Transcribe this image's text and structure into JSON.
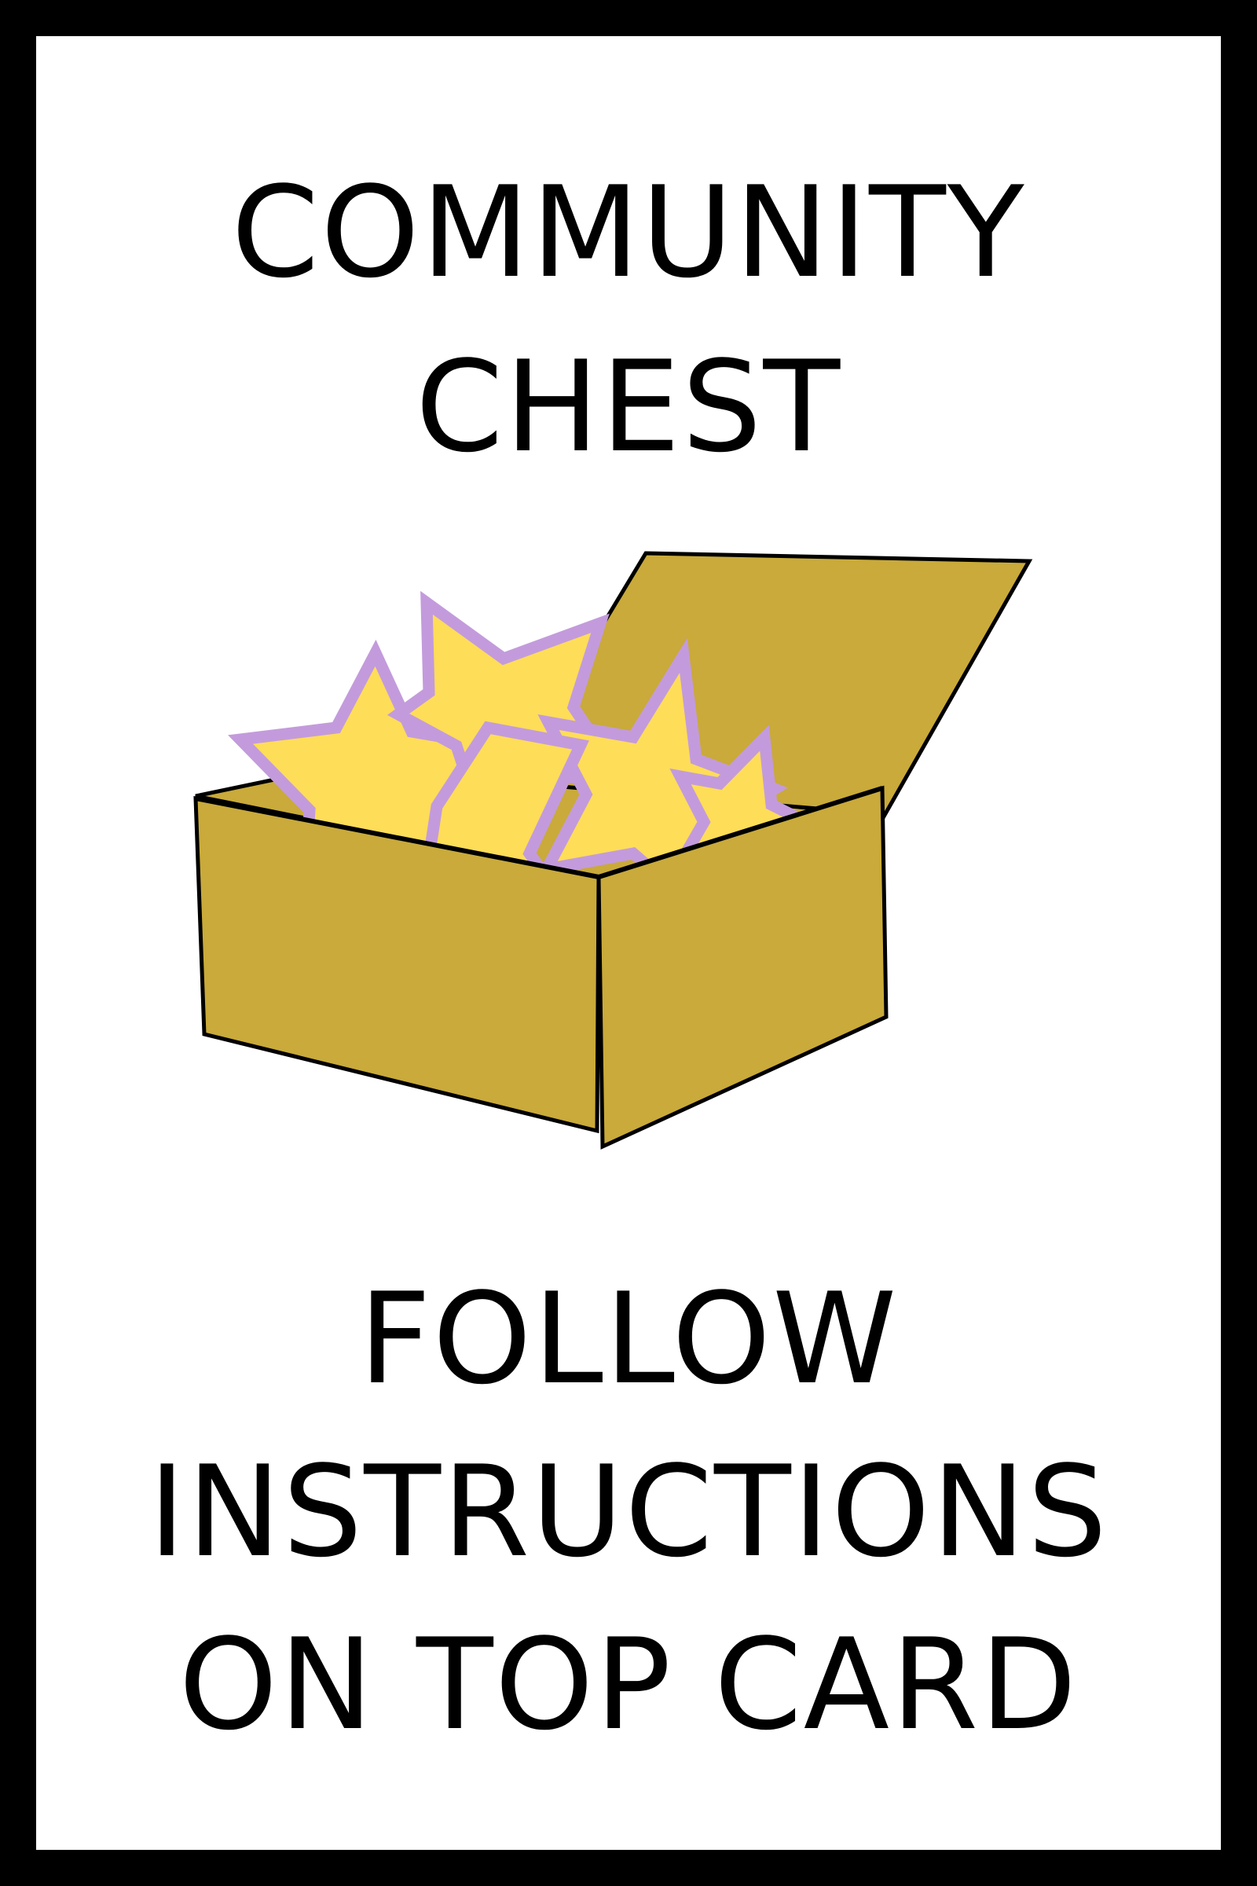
{
  "card": {
    "heading_line_1": "COMMUNITY",
    "heading_line_2": "CHEST",
    "instruction_line_1": "FOLLOW",
    "instruction_line_2": "INSTRUCTIONS",
    "instruction_line_3": "ON TOP CARD"
  },
  "colors": {
    "border": "#000000",
    "background": "#ffffff",
    "chest_fill": "#c9aa3a",
    "star_fill": "#fedd58",
    "star_outline": "#c39bdc"
  },
  "illustration": {
    "icon": "treasure-chest-icon",
    "contents_icon": "star-icon"
  }
}
